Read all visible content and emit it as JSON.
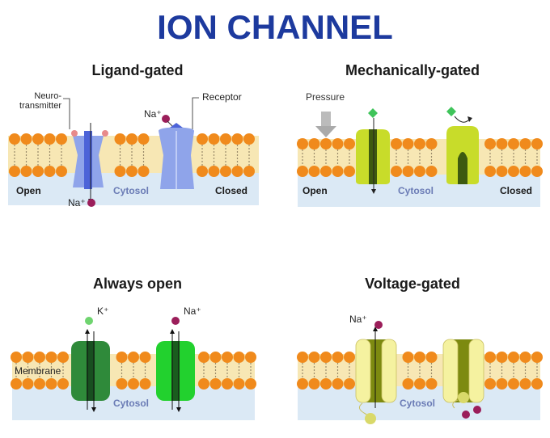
{
  "title": "ION CHANNEL",
  "panels": {
    "ligand": {
      "title": "Ligand-gated",
      "label_neuro_1": "Neuro-",
      "label_neuro_2": "transmitter",
      "label_receptor": "Receptor",
      "ion_top": "Na⁺",
      "ion_bottom": "Na⁺",
      "state_left": "Open",
      "state_right": "Closed",
      "region": "Cytosol"
    },
    "mechanical": {
      "title": "Mechanically-gated",
      "label_pressure": "Pressure",
      "state_left": "Open",
      "state_right": "Closed",
      "region": "Cytosol"
    },
    "always": {
      "title": "Always open",
      "ion_left": "K⁺",
      "ion_right": "Na⁺",
      "label_membrane": "Membrane",
      "region": "Cytosol"
    },
    "voltage": {
      "title": "Voltage-gated",
      "ion_top": "Na⁺",
      "region": "Cytosol"
    }
  },
  "colors": {
    "title": "#1d3a9e",
    "lipid_head": "#f08a1c",
    "membrane_core": "#f7e7b4",
    "cytosol": "#dbe9f5",
    "cytosol_text": "#6a7bb5",
    "ligand_channel": "#8fa4ea",
    "mech_channel": "#c8dc2a",
    "k_channel": "#2f8a3a",
    "na_channel": "#22d12e",
    "voltage_channel": "#f5f2a0",
    "na_ion": "#9b1e5a",
    "k_ion": "#6fd46f",
    "ligand_dot": "#e88a8a",
    "diamond": "#3fc45a"
  }
}
